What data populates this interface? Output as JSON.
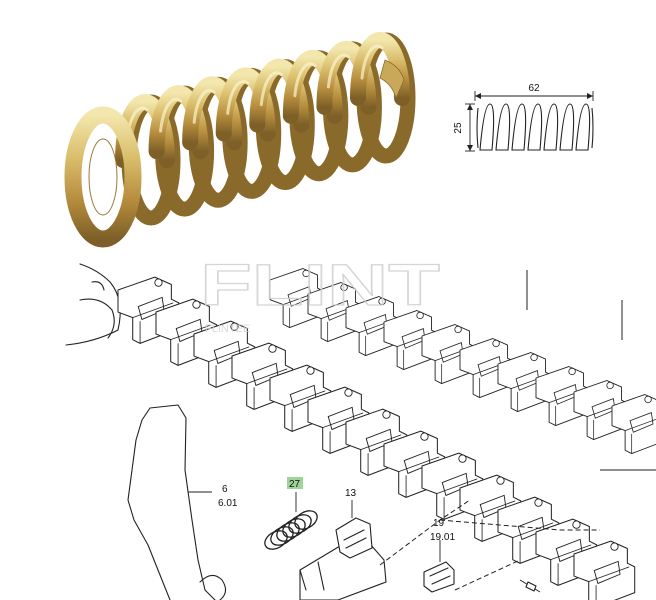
{
  "dimensions": {
    "length": "62",
    "diameter": "25"
  },
  "watermark": {
    "big": "FLINT",
    "small": "FLINTEE"
  },
  "callouts": {
    "part_6": "6",
    "part_6_01": "6.01",
    "part_27": "27",
    "part_13": "13",
    "part_19": "19",
    "part_19_01": "19.01"
  },
  "colors": {
    "spring_light": "#e6d58a",
    "spring_mid": "#c8a650",
    "spring_dark": "#8a6a2a",
    "highlight_27": "#9fd39a"
  }
}
